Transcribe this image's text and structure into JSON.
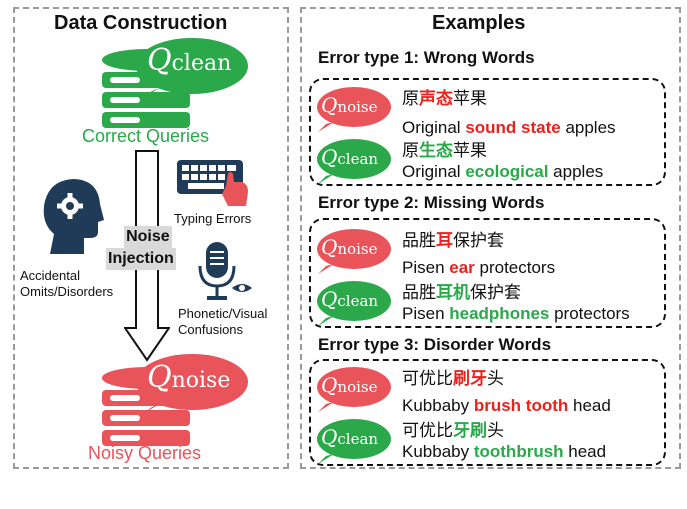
{
  "left_panel": {
    "title": "Data Construction",
    "q_clean": {
      "symbol": "Q",
      "sub": "clean"
    },
    "q_noise": {
      "symbol": "Q",
      "sub": "noise"
    },
    "correct_label": "Correct Queries",
    "noisy_label": "Noisy Queries",
    "noise_label_1": "Noise",
    "noise_label_2": "Injection",
    "typing_label": "Typing Errors",
    "accidental_label_1": "Accidental",
    "accidental_label_2": "Omits/Disorders",
    "phonetic_label_1": "Phonetic/Visual",
    "phonetic_label_2": "Confusions"
  },
  "right_panel": {
    "title": "Examples",
    "types": [
      {
        "title": "Error type 1: Wrong Words",
        "noise": {
          "cn_pre": "原",
          "cn_hl": "声态",
          "cn_post": "苹果",
          "en_pre": "Original ",
          "en_hl": "sound state",
          "en_post": " apples"
        },
        "clean": {
          "cn_pre": "原",
          "cn_hl": "生态",
          "cn_post": "苹果",
          "en_pre": "Original ",
          "en_hl": "ecological",
          "en_post": " apples"
        }
      },
      {
        "title": "Error type 2: Missing Words",
        "noise": {
          "cn_pre": "品胜",
          "cn_hl": "耳",
          "cn_post": "保护套",
          "en_pre": "Pisen ",
          "en_hl": "ear",
          "en_post": " protectors"
        },
        "clean": {
          "cn_pre": "品胜",
          "cn_hl": "耳机",
          "cn_post": "保护套",
          "en_pre": "Pisen ",
          "en_hl": "headphones",
          "en_post": " protectors"
        }
      },
      {
        "title": "Error type 3: Disorder Words",
        "noise": {
          "cn_pre": "可优比",
          "cn_hl": "刷牙",
          "cn_post": "头",
          "en_pre": "Kubbaby ",
          "en_hl": "brush tooth",
          "en_post": " head"
        },
        "clean": {
          "cn_pre": "可优比",
          "cn_hl": "牙刷",
          "cn_post": "头",
          "en_pre": "Kubbaby ",
          "en_hl": "toothbrush",
          "en_post": " head"
        }
      }
    ]
  },
  "colors": {
    "clean": "#2aa84a",
    "noise": "#e8545a",
    "highlight_noise": "#e8231e",
    "icon_dark": "#1f3b57"
  },
  "icons": [
    "database-icon",
    "speech-bubble-icon",
    "keyboard-icon",
    "head-gear-icon",
    "microphone-icon",
    "eye-icon",
    "down-arrow-icon"
  ]
}
